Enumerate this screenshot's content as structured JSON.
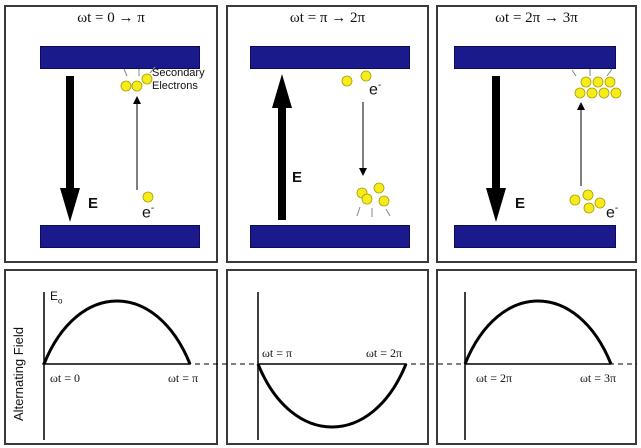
{
  "panels": [
    {
      "title": "ωt = 0 → π",
      "field_label": "E",
      "field_direction": "down",
      "electron_label": "e",
      "charge": "-",
      "secondary_label_line1": "Secondary",
      "secondary_label_line2": "Electrons"
    },
    {
      "title": "ωt = π → 2π",
      "field_label": "E",
      "field_direction": "up",
      "electron_label": "e",
      "charge": "-"
    },
    {
      "title": "ωt = 2π → 3π",
      "field_label": "E",
      "field_direction": "down",
      "electron_label": "e",
      "charge": "-"
    }
  ],
  "graph": {
    "ylabel": "Alternating Field",
    "amplitude_label": "E",
    "amplitude_subscript": "o",
    "ticks": [
      "ωt = 0",
      "ωt = π",
      "ωt = π",
      "ωt = 2π",
      "ωt = 2π",
      "ωt = 3π"
    ]
  },
  "colors": {
    "plate": "#1a1a8c",
    "electron": "#f5ec1a",
    "electron_outline": "#a89d00",
    "arrow": "#000000",
    "curve": "#000000"
  }
}
